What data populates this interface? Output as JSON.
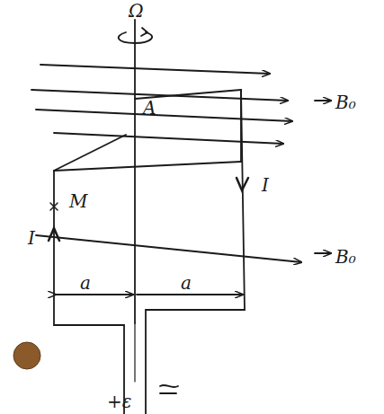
{
  "diagram": {
    "labels": [
      "Ω",
      "A",
      "M",
      "I",
      "I",
      "B₀",
      "B₀",
      "a",
      "a",
      "+ε"
    ]
  }
}
